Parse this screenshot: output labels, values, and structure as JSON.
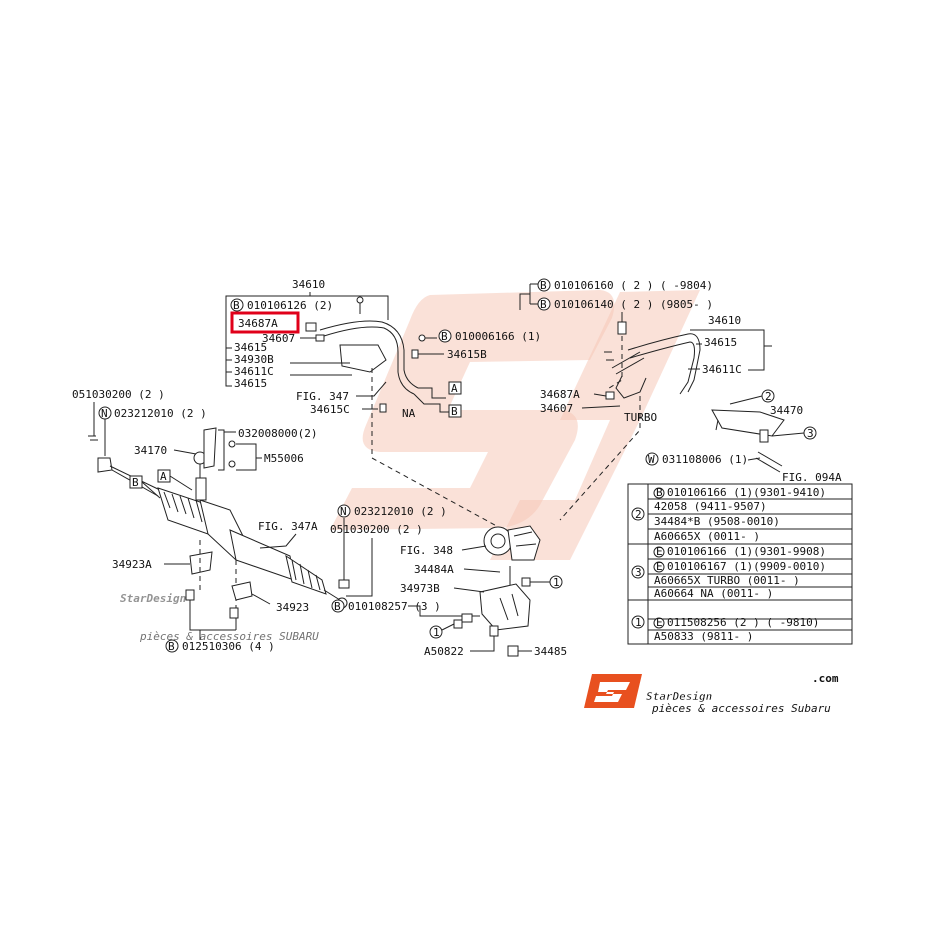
{
  "labels": {
    "top_34610": "34610",
    "b_010106126": "010106126 (2)",
    "hl_34687A": "34687A",
    "n_34607": "34607",
    "n_34615_a": "34615",
    "n_34930B": "34930B",
    "n_34611C": "34611C",
    "n_34615_b": "34615",
    "b_010006166": "010006166 (1)",
    "n_34615B": "34615B",
    "fig_347": "FIG. 347",
    "n_34615C": "34615C",
    "na": "NA",
    "box_a": "A",
    "box_b": "B",
    "l_051030200_top": "051030200 (2 )",
    "n_023212010_left": "023212010 (2 )",
    "n_34170": "34170",
    "n_032008000": "032008000(2)",
    "m_55006": "M55006",
    "fig_347A": "FIG. 347A",
    "n_34923A": "34923A",
    "n_34923": "34923",
    "b_012510306": "012510306 (4 )",
    "n_023212010_mid": "023212010 (2 )",
    "l_051030200_mid": "051030200 (2 )",
    "fig_348": "FIG. 348",
    "n_34484A": "34484A",
    "n_34973B": "34973B",
    "b_010108257": "010108257 (3 )",
    "n_A50822": "A50822",
    "n_34485": "34485",
    "b_010106160": "010106160 ( 2 ) (   -9804)",
    "b_010106140": "010106140 ( 2 ) (9805-    )",
    "r_34610": "34610",
    "r_34615": "34615",
    "r_34611C": "34611C",
    "r_34687A": "34687A",
    "r_34607": "34607",
    "turbo": "TURBO",
    "r_34470": "34470",
    "w_031108006": "031108006 (1)",
    "fig_094A": "FIG. 094A",
    "circle_1": "1",
    "circle_2": "2",
    "circle_3": "3",
    "letter_B": "B",
    "letter_N": "N",
    "letter_W": "W",
    "letter_E": "E"
  },
  "table": {
    "group2": {
      "key": "2",
      "rows": [
        "010106166 (1)(9301-9410)",
        "42058 (9411-9507)",
        "34484*B (9508-0010)",
        "A60665X (0011-    )"
      ]
    },
    "group3": {
      "key": "3",
      "rows": [
        "010106166 (1)(9301-9908)",
        "010106167 (1)(9909-0010)",
        "A60665X TURBO (0011-    )",
        "A60664  NA (0011-    )"
      ]
    },
    "group1": {
      "key": "1",
      "rows": [
        "011508256 (2 ) (   -9810)",
        "A50833 (9811-    )"
      ]
    }
  },
  "logo": {
    "brand": "StarDesign",
    "domain": ".com",
    "tagline": "pièces & accessoires Subaru"
  },
  "watermark": {
    "brand": "StarDesign",
    "tagline": "pièces & accessoires SUBARU"
  },
  "colors": {
    "highlight": "#e0001a",
    "brand_orange": "#e8501f",
    "line": "#222222"
  }
}
